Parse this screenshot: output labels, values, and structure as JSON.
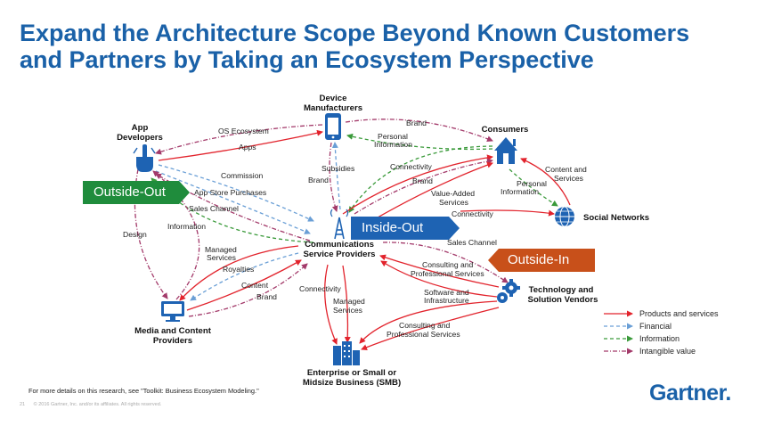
{
  "slide": {
    "title_line1": "Expand the Architecture Scope Beyond Known Customers",
    "title_line2": "and Partners by Taking an Ecosystem Perspective",
    "footnote": "For more details on this research, see \"Toolkit: Business Ecosystem Modeling.\"",
    "page_number": "21",
    "copyright": "© 2016 Gartner, Inc. and/or its affiliates. All rights reserved.",
    "logo": "Gartner."
  },
  "tags": {
    "outside_out": "Outside-Out",
    "inside_out": "Inside-Out",
    "outside_in": "Outside-In"
  },
  "nodes": {
    "device_1": "Device",
    "device_2": "Manufacturers",
    "app_1": "App",
    "app_2": "Developers",
    "consumers": "Consumers",
    "social": "Social Networks",
    "csp_1": "Communications",
    "csp_2": "Service Providers",
    "tech_1": "Technology and",
    "tech_2": "Solution Vendors",
    "media_1": "Media and Content",
    "media_2": "Providers",
    "smb_1": "Enterprise or Small or",
    "smb_2": "Midsize Business (SMB)"
  },
  "labels": {
    "os_ecosystem": "OS Ecosystem",
    "apps": "Apps",
    "brand_top": "Brand",
    "personal_info_1": "Personal",
    "personal_info_2": "Information",
    "subsidies": "Subsidies",
    "brand_device": "Brand",
    "connectivity_consumer": "Connectivity",
    "brand_consumer": "Brand",
    "value_added_1": "Value-Added",
    "value_added_2": "Services",
    "connectivity_social": "Connectivity",
    "personal_info_social_1": "Personal",
    "personal_info_social_2": "Information",
    "content_services_1": "Content and",
    "content_services_2": "Services",
    "commission": "Commission",
    "app_store": "App Store Purchases",
    "sales_channel_app": "Sales Channel",
    "information": "Information",
    "design": "Design",
    "managed_media_1": "Managed",
    "managed_media_2": "Services",
    "royalties": "Royalties",
    "content": "Content",
    "brand_media": "Brand",
    "sales_channel_tech": "Sales Channel",
    "consulting_csp_1": "Consulting and",
    "consulting_csp_2": "Professional Services",
    "software_1": "Software and",
    "software_2": "Infrastructure",
    "consulting_smb_1": "Consulting and",
    "consulting_smb_2": "Professional Services",
    "connectivity_smb": "Connectivity",
    "managed_smb_1": "Managed",
    "managed_smb_2": "Services"
  },
  "legend": [
    {
      "label": "Products and services",
      "color": "#e2232c",
      "style": "solid"
    },
    {
      "label": "Financial",
      "color": "#6a9fd6",
      "style": "dashed"
    },
    {
      "label": "Information",
      "color": "#3a9a3a",
      "style": "dashed"
    },
    {
      "label": "Intangible value",
      "color": "#a33a6a",
      "style": "dashdot"
    }
  ],
  "colors": {
    "title": "#1a61a8",
    "products": "#e2232c",
    "financial": "#6a9fd6",
    "information": "#3a9a3a",
    "intangible": "#a33a6a",
    "icon": "#1e63b3",
    "tag_green": "#1f8c3c",
    "tag_blue": "#1e63b3",
    "tag_orange": "#c8501a"
  },
  "icons": {
    "device": "phone-icon",
    "app": "hand-pointer-icon",
    "consumers": "house-icon",
    "social": "globe-icon",
    "csp": "antenna-tower-icon",
    "tech": "gears-icon",
    "media": "monitor-icon",
    "smb": "office-buildings-icon"
  }
}
